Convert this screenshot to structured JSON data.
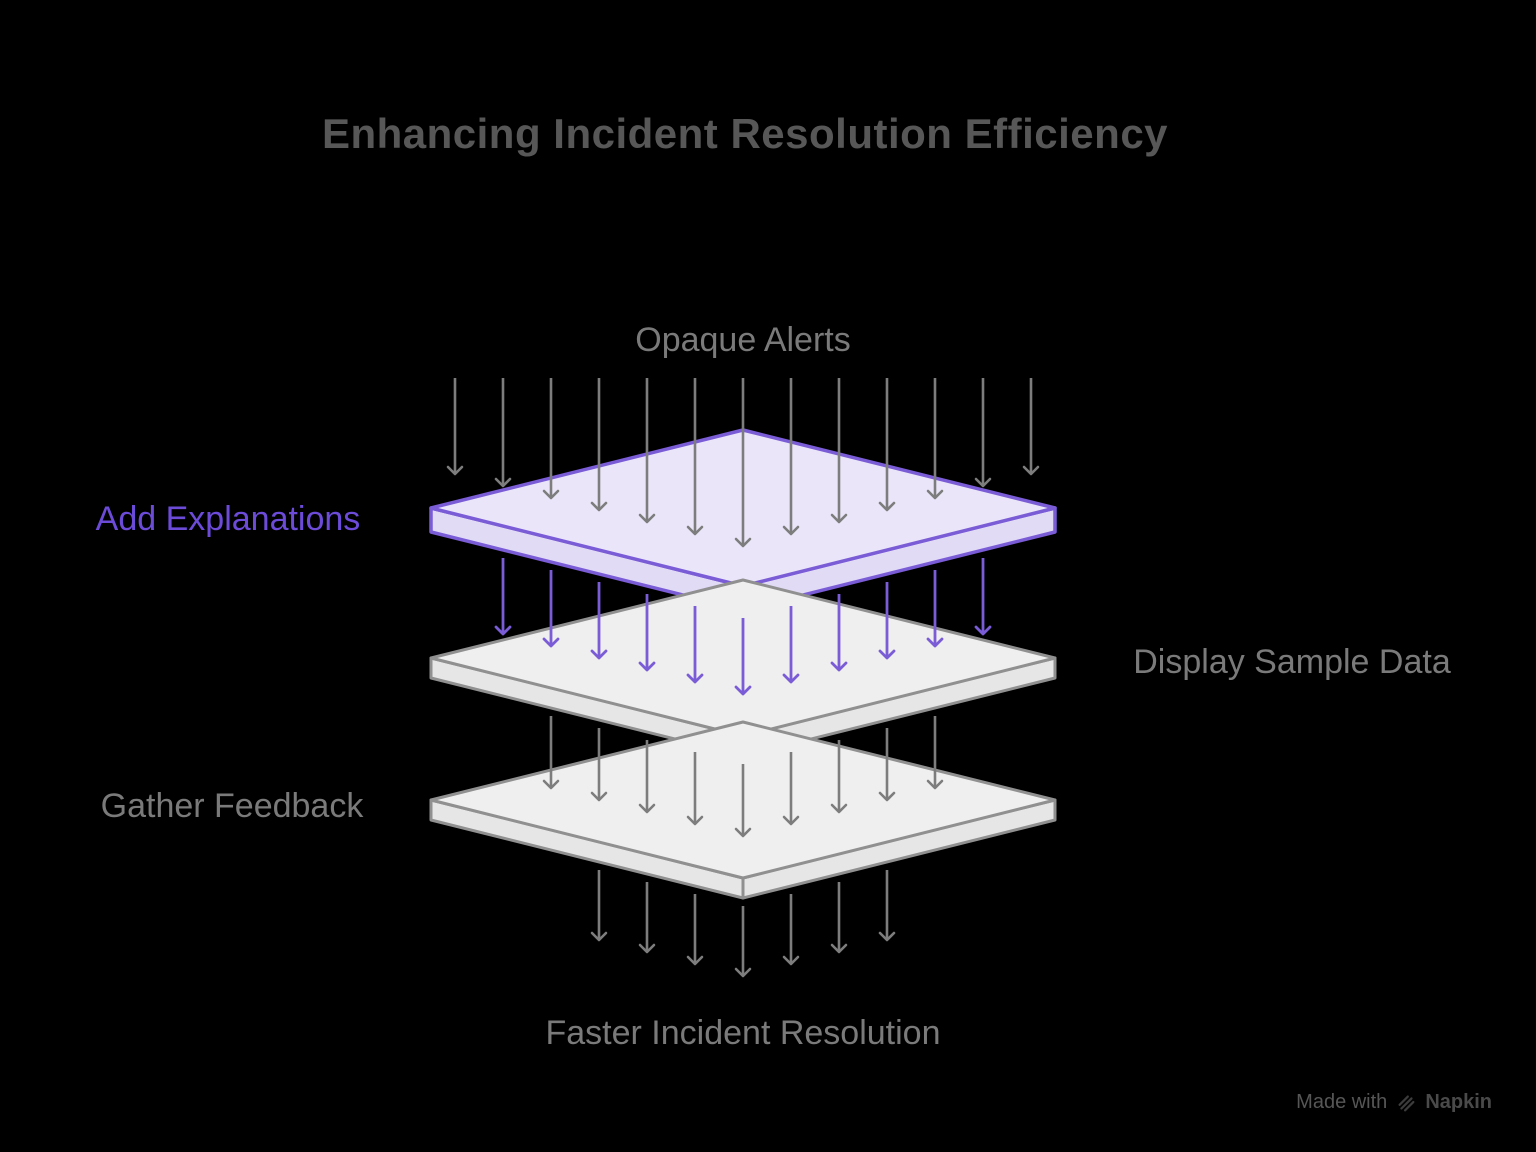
{
  "title": "Enhancing Incident Resolution Efficiency",
  "flow": {
    "input_label": "Opaque Alerts",
    "output_label": "Faster Incident Resolution"
  },
  "layers": [
    {
      "label": "Add Explanations",
      "highlighted": true,
      "position": "left"
    },
    {
      "label": "Display Sample Data",
      "highlighted": false,
      "position": "right"
    },
    {
      "label": "Gather Feedback",
      "highlighted": false,
      "position": "left"
    }
  ],
  "watermark": {
    "prefix": "Made with",
    "brand": "Napkin"
  },
  "colors": {
    "background": "#000000",
    "title_gray": "#575757",
    "label_gray": "#7a7a7a",
    "accent_purple": "#7a5cd6",
    "accent_purple_text": "#6b4bd8",
    "purple_layer_fill": "#eae5f9",
    "purple_layer_side_fill": "#e2dbf6",
    "gray_layer_fill": "#f0efef",
    "gray_layer_side_fill": "#e6e6e6",
    "arrow_gray": "#7d7d7d"
  }
}
